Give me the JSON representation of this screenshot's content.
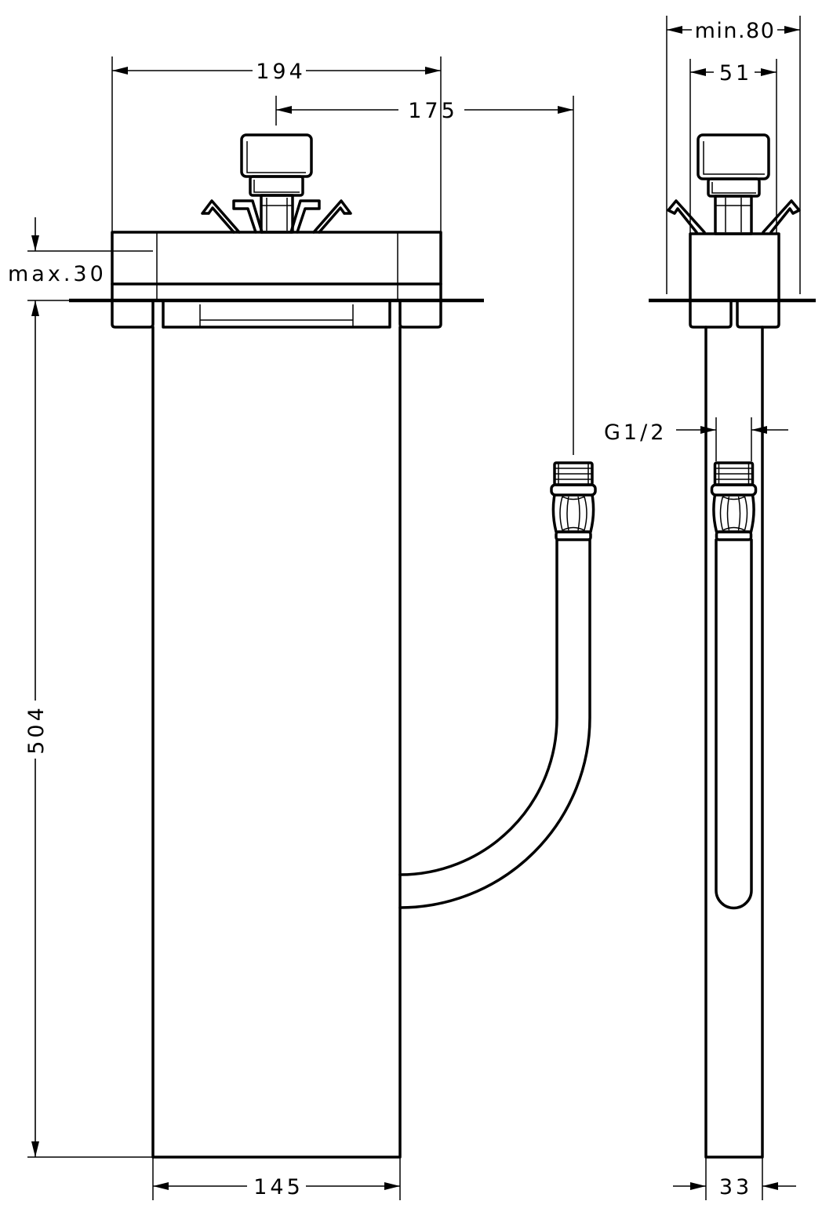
{
  "front_view": {
    "dim_overall_width": "194",
    "dim_outlet_offset": "175",
    "dim_max_wall": "max.30",
    "dim_height": "504",
    "dim_body_width": "145"
  },
  "side_view": {
    "dim_min_depth": "min.80",
    "dim_handle_width": "51",
    "dim_thread": "G1/2",
    "dim_body_depth": "33"
  }
}
